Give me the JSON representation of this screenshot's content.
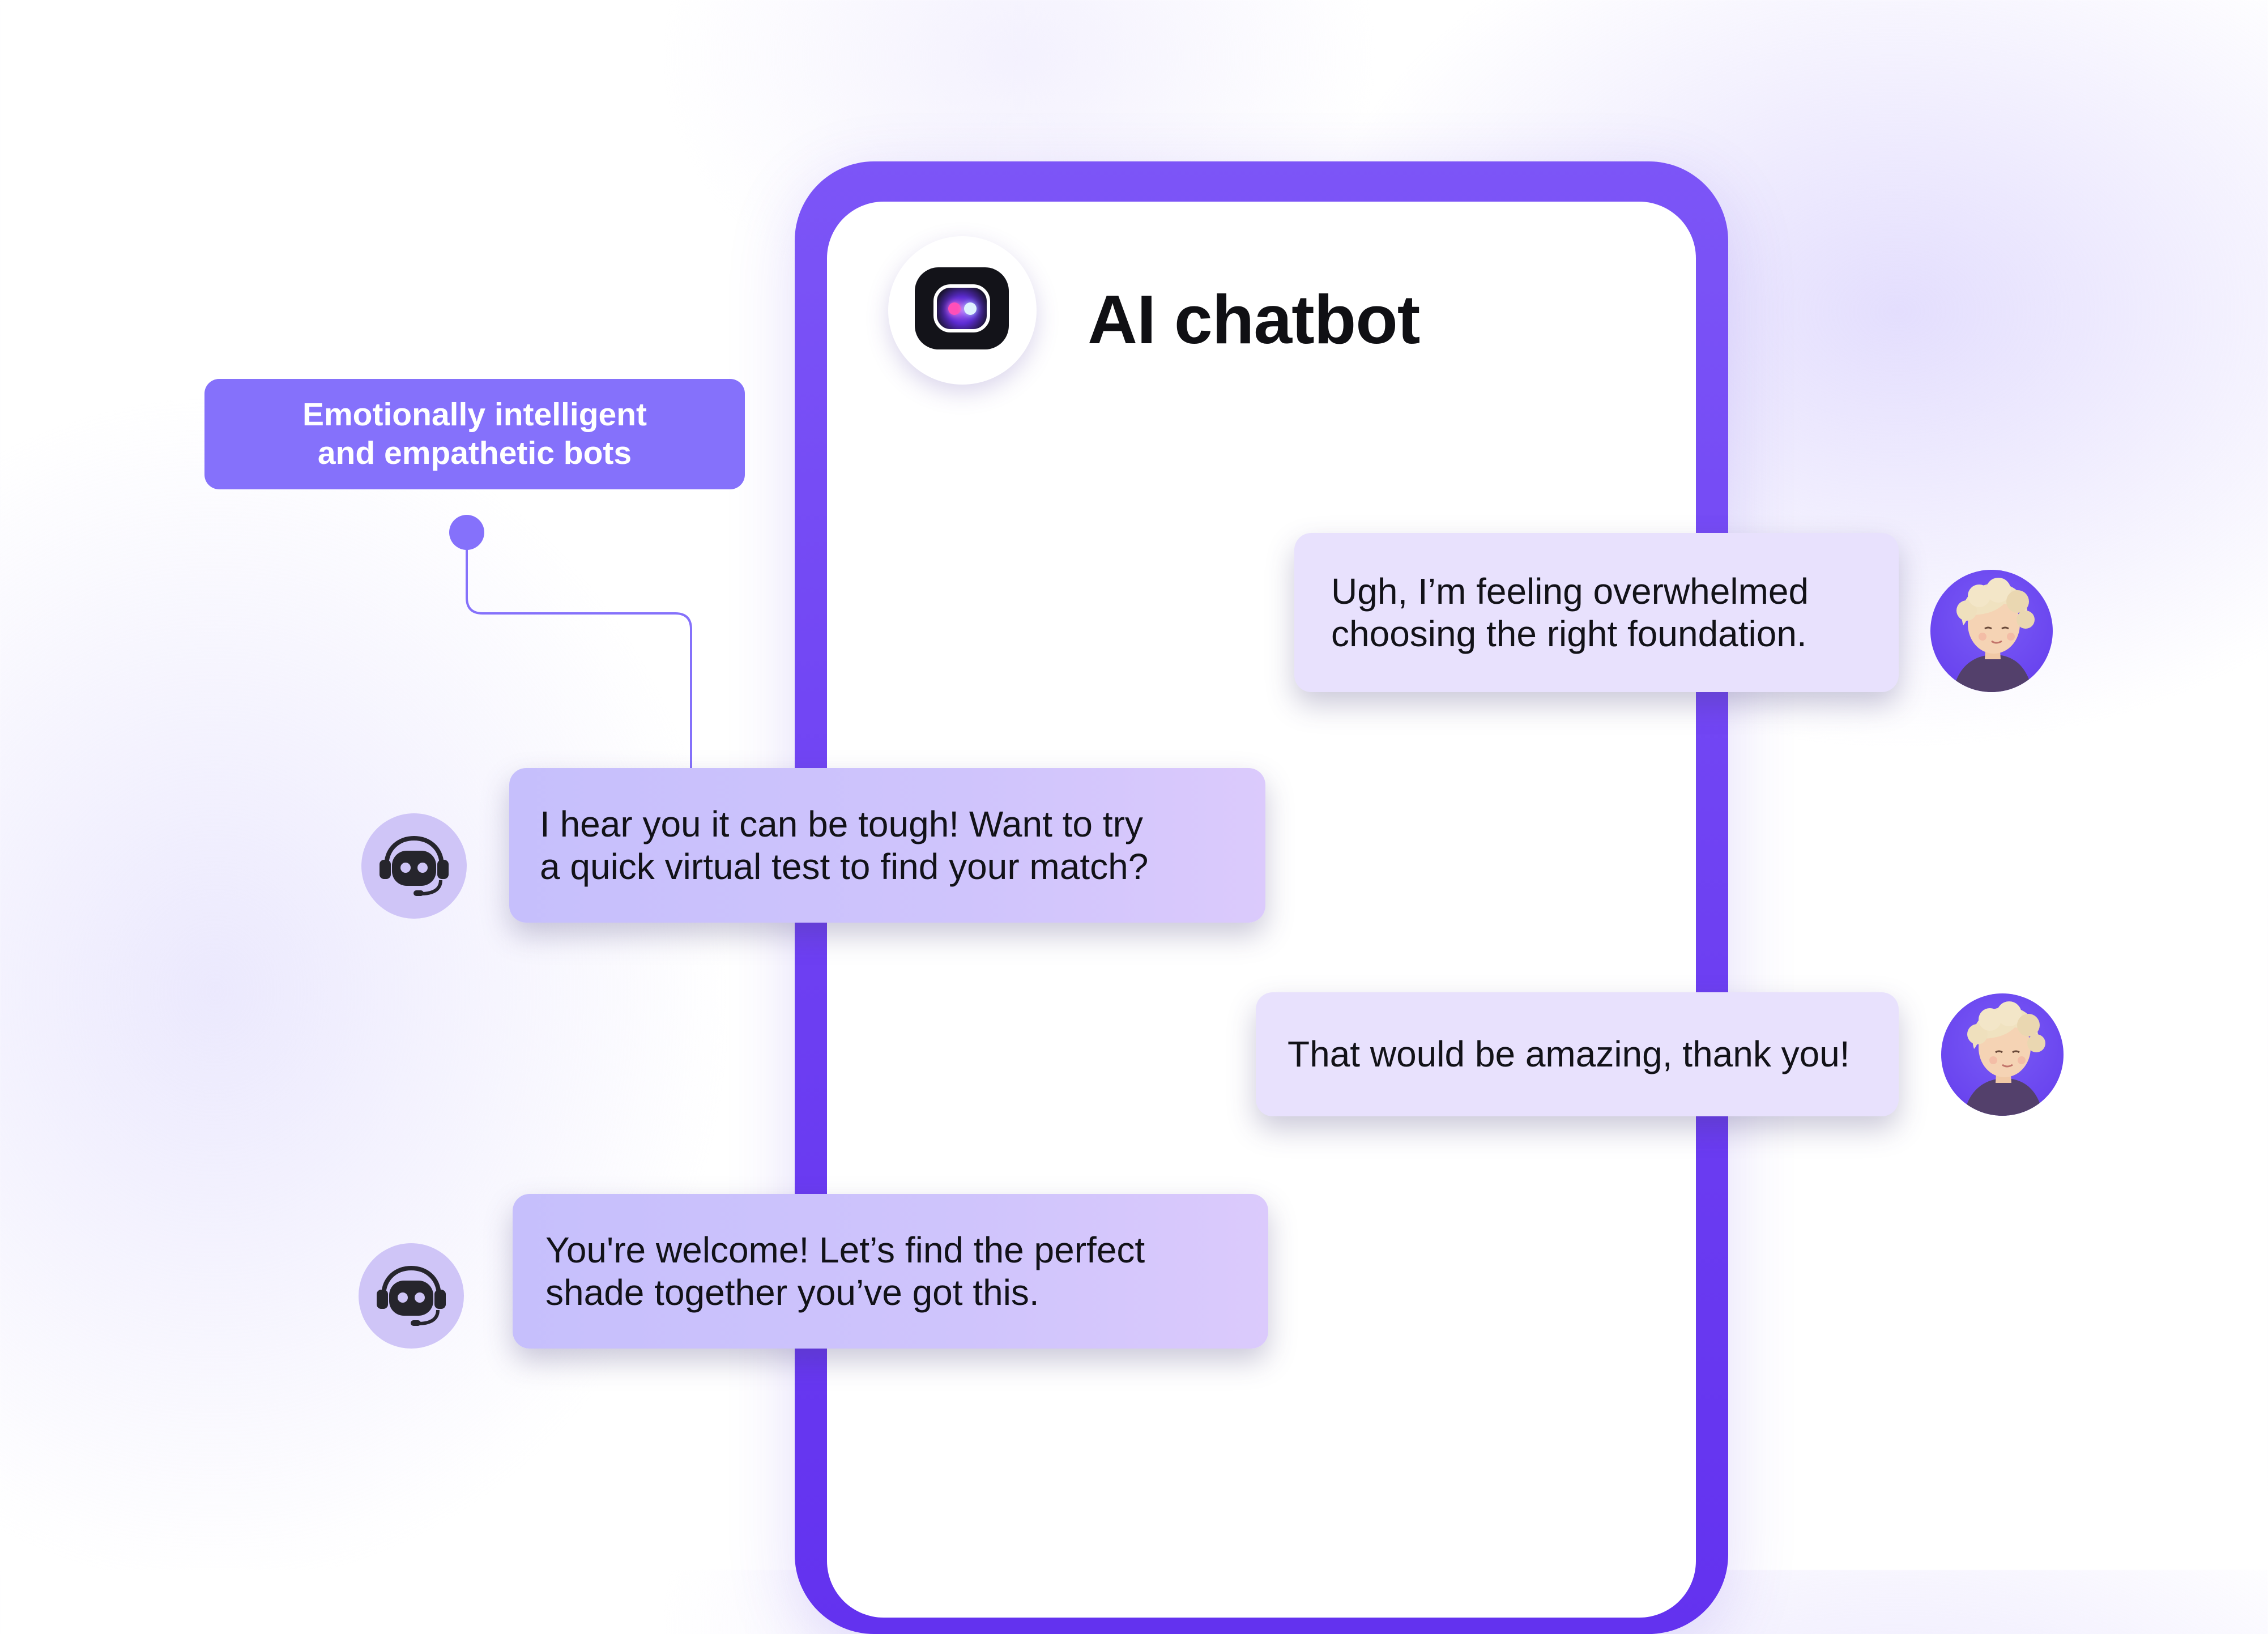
{
  "app": {
    "title": "AI chatbot",
    "logo_icon": "chatbot-eyes-logo"
  },
  "callout": {
    "text": "Emotionally intelligent\nand empathetic bots"
  },
  "colors": {
    "frame": "#6d3ff2",
    "callout": "#8571fb",
    "user_bubble": "#e8e1fd",
    "bot_bubble": "#c6bffc",
    "bot_avatar_bg": "#cfc5f7"
  },
  "messages": [
    {
      "sender": "user",
      "text": "Ugh, I’m feeling overwhelmed\nchoosing the right foundation.",
      "avatar_icon": "user-avatar-icon"
    },
    {
      "sender": "bot",
      "text": "I hear you it can be tough! Want to try\na quick virtual test to find your match?",
      "avatar_icon": "bot-headset-icon"
    },
    {
      "sender": "user",
      "text": "That would be amazing, thank you!",
      "avatar_icon": "user-avatar-icon"
    },
    {
      "sender": "bot",
      "text": "You're welcome! Let’s find the perfect\nshade together you’ve got this.",
      "avatar_icon": "bot-headset-icon"
    }
  ]
}
